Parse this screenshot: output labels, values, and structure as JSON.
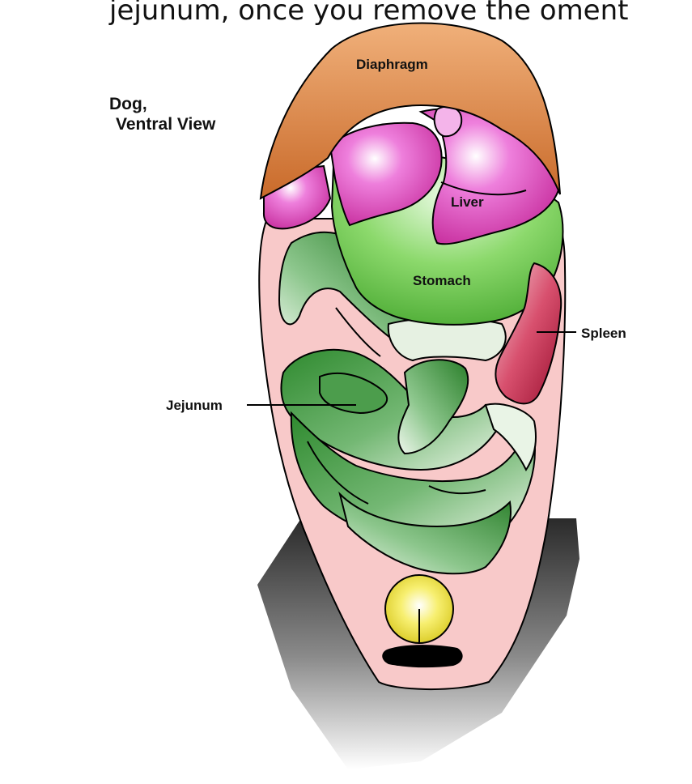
{
  "slide": {
    "heading_fragment": "jejunum, once you remove the oment"
  },
  "figure": {
    "caption_line1": "Dog,",
    "caption_line2": "Ventral View",
    "labels": {
      "diaphragm": "Diaphragm",
      "liver": "Liver",
      "stomach": "Stomach",
      "spleen": "Spleen",
      "jejunum": "Jejunum"
    }
  },
  "colors": {
    "diaphragm": "#d9874a",
    "liver": "#d84fbf",
    "stomach": "#6cc94a",
    "spleen": "#c23a5a",
    "jejunum_dark": "#2f8a2f",
    "jejunum_light": "#e6f2e2",
    "body": "#f7c6c6",
    "bladder": "#f2e640",
    "background_shadow": "#3a3a3a"
  }
}
